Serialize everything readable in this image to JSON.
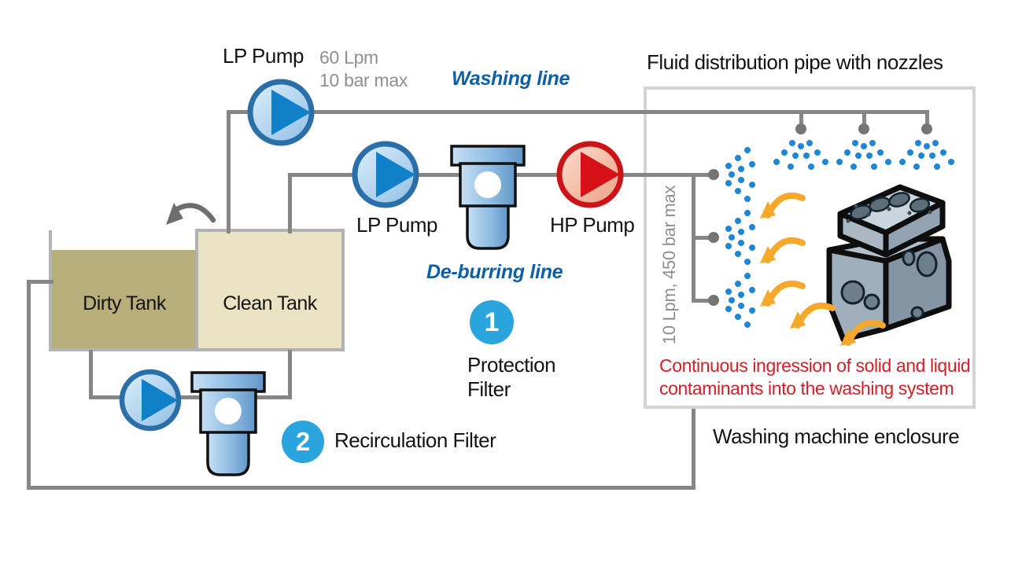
{
  "pumps": {
    "lp_top": {
      "label": "LP Pump",
      "flow": "60 Lpm",
      "pressure": "10 bar max"
    },
    "lp_mid": {
      "label": "LP Pump"
    },
    "hp": {
      "label": "HP Pump"
    }
  },
  "lines": {
    "washing": {
      "label": "Washing line"
    },
    "deburring": {
      "label": "De-burring line"
    }
  },
  "tanks": {
    "dirty": {
      "label": "Dirty Tank"
    },
    "clean": {
      "label": "Clean Tank"
    }
  },
  "filters": {
    "protection": {
      "number": "1",
      "label_line1": "Protection",
      "label_line2": "Filter"
    },
    "recirculation": {
      "number": "2",
      "label": "Recirculation Filter"
    }
  },
  "enclosure": {
    "title": "Fluid distribution pipe with nozzles",
    "label": "Washing machine enclosure",
    "nozzle_spec": "10 Lpm, 450 bar max",
    "warning_line1": "Continuous ingression of solid and liquid",
    "warning_line2": "contaminants into the washing system"
  },
  "colors": {
    "pipe": "#868686",
    "enclosure_border": "#d4d4d4",
    "lp_pump_border": "#2a6fa8",
    "lp_pump_triangle": "#1080c8",
    "hp_pump_border": "#cc1418",
    "hp_pump_triangle": "#d41218",
    "droplet_blue": "#1e87d5",
    "badge_blue": "#2aa4dc",
    "line_label_blue": "#0d5fa6",
    "warning_red": "#d32027",
    "spec_gray": "#8f8f8f",
    "dirty_tank_fill": "#b7ae7a",
    "clean_tank_fill": "#eae3c4",
    "flow_arrow_orange": "#f6a82c"
  },
  "icons": {
    "pump-icon": "circle with right-pointing triangle",
    "filter-icon": "canister with white port circle",
    "nozzle-icon": "round spray head on pipe",
    "spray-icon": "fan of blue droplets",
    "flow-arrow-icon": "curved orange arrow",
    "overflow-arrow-icon": "curved gray arrow",
    "engine-block-icon": "isometric engine block being washed"
  }
}
